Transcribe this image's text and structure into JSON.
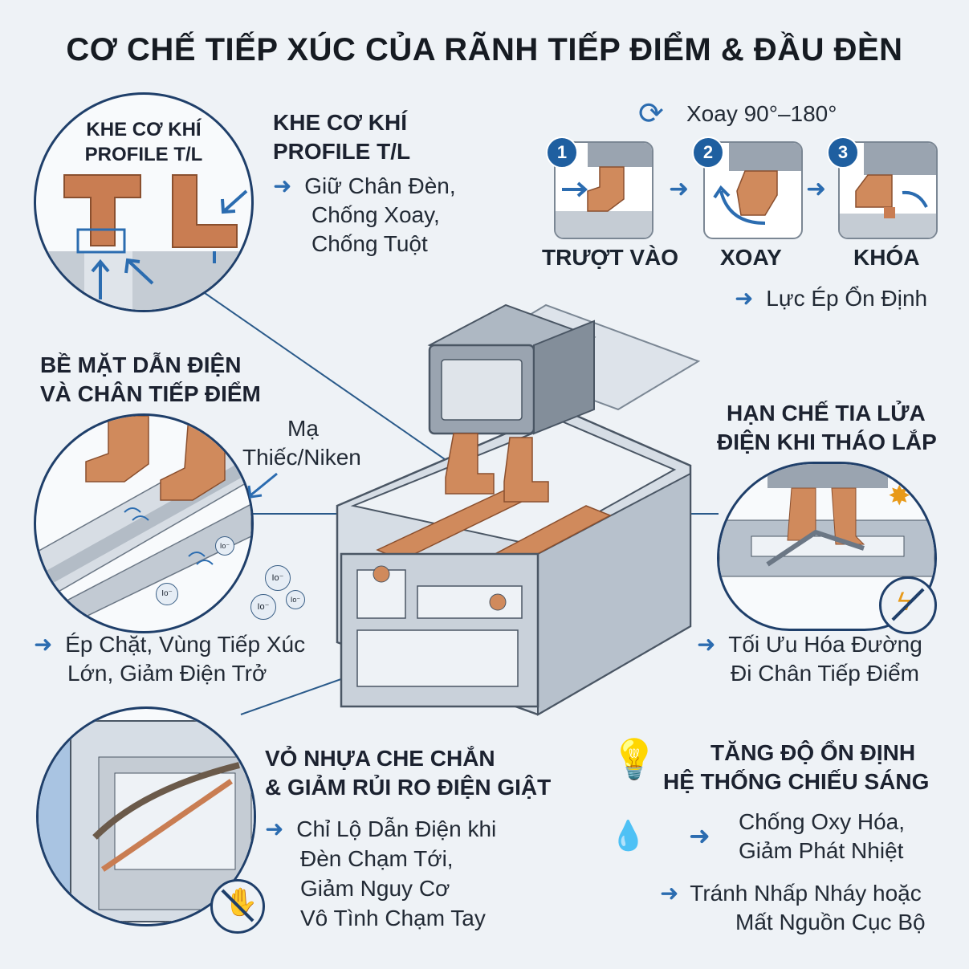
{
  "title": "CƠ CHẾ TIẾP XÚC CỦA RÃNH TIẾP ĐIỂM & ĐẦU ĐÈN",
  "slot": {
    "circle_label_1": "KHE CƠ KHÍ",
    "circle_label_2": "PROFILE T/L",
    "heading_1": "KHE CƠ KHÍ",
    "heading_2": "PROFILE T/L",
    "desc_1": "Giữ Chân Đèn,",
    "desc_2": "Chống Xoay,",
    "desc_3": "Chống Tuột"
  },
  "rotate": {
    "label": "Xoay 90°–180°",
    "steps": [
      {
        "num": "1",
        "label": "TRƯỢT VÀO"
      },
      {
        "num": "2",
        "label": "XOAY"
      },
      {
        "num": "3",
        "label": "KHÓA"
      }
    ],
    "result": "Lực Ép Ổn Định"
  },
  "surface": {
    "heading_1": "BỀ MẶT DẪN ĐIỆN",
    "heading_2": "VÀ CHÂN TIẾP ĐIỂM",
    "plating_1": "Mạ",
    "plating_2": "Thiếc/Niken",
    "ion": "Io⁻",
    "desc_1": "Ép Chặt, Vùng Tiếp Xúc",
    "desc_2": "Lớn, Giảm Điện Trở"
  },
  "spark": {
    "heading_1": "HẠN CHẾ TIA LỬA",
    "heading_2": "ĐIỆN KHI THÁO LẮP",
    "desc_1": "Tối Ưu Hóa Đường",
    "desc_2": "Đi Chân Tiếp Điểm"
  },
  "cover": {
    "heading_1": "VỎ NHỰA CHE CHẮN",
    "heading_2": "& GIẢM RỦI RO ĐIỆN GIẬT",
    "desc_1": "Chỉ Lộ Dẫn Điện khi",
    "desc_2": "Đèn Chạm Tới,",
    "desc_3": "Giảm Nguy Cơ",
    "desc_4": "Vô Tình Chạm Tay"
  },
  "stability": {
    "heading_1": "TĂNG ĐỘ ỔN ĐỊNH",
    "heading_2": "HỆ THỐNG CHIẾU SÁNG",
    "desc_1": "Chống Oxy Hóa,",
    "desc_2": "Giảm Phát Nhiệt",
    "desc_3": "Tránh Nhấp Nháy hoặc",
    "desc_4": "Mất Nguồn Cục Bộ"
  },
  "colors": {
    "accent": "#2b6cb0",
    "copper": "#d08a5c",
    "aluminum": "#c9d1da",
    "outline": "#1f3f6a"
  },
  "icons": [
    "arrow-right-icon",
    "rotate-icon",
    "lightbulb-icon",
    "drop-flame-icon",
    "no-hand-icon",
    "no-spark-icon",
    "spark-icon"
  ]
}
